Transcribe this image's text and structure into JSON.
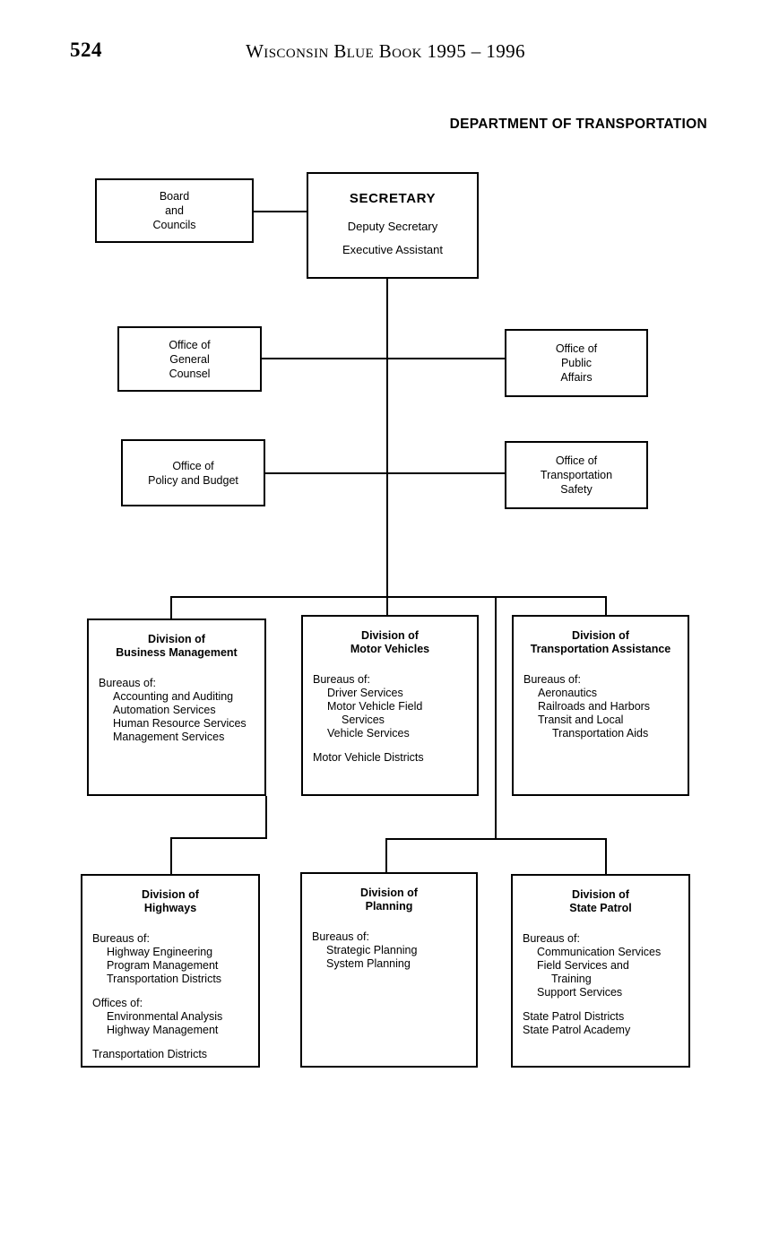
{
  "page": {
    "number": "524",
    "running_head": "Wisconsin Blue Book 1995 – 1996"
  },
  "chart": {
    "title": "DEPARTMENT OF TRANSPORTATION",
    "line_color": "#000000",
    "background": "#ffffff"
  },
  "boxes": {
    "board": {
      "line1": "Board",
      "line2": "and",
      "line3": "Councils"
    },
    "secretary": {
      "title": "SECRETARY",
      "line2": "Deputy Secretary",
      "line3": "Executive Assistant"
    },
    "general_counsel": {
      "line1": "Office of",
      "line2": "General",
      "line3": "Counsel"
    },
    "public_affairs": {
      "line1": "Office of",
      "line2": "Public",
      "line3": "Affairs"
    },
    "policy_budget": {
      "line1": "Office of",
      "line2": "Policy and Budget"
    },
    "transportation_safety": {
      "line1": "Office of",
      "line2": "Transportation",
      "line3": "Safety"
    },
    "business_management": {
      "title_line1": "Division of",
      "title_line2": "Business Management",
      "group1_label": "Bureaus of:",
      "group1_item1": "Accounting and Auditing",
      "group1_item2": "Automation Services",
      "group1_item3": "Human Resource Services",
      "group1_item4": "Management Services"
    },
    "motor_vehicles": {
      "title_line1": "Division of",
      "title_line2": "Motor Vehicles",
      "group1_label": "Bureaus of:",
      "group1_item1": "Driver Services",
      "group1_item2": "Motor Vehicle Field",
      "group1_item2_wrap": "Services",
      "group1_item3": "Vehicle Services",
      "extra1": "Motor Vehicle Districts"
    },
    "transportation_assistance": {
      "title_line1": "Division of",
      "title_line2": "Transportation Assistance",
      "group1_label": "Bureaus of:",
      "group1_item1": "Aeronautics",
      "group1_item2": "Railroads and Harbors",
      "group1_item3": "Transit and Local",
      "group1_item3_wrap": "Transportation Aids"
    },
    "highways": {
      "title_line1": "Division of",
      "title_line2": "Highways",
      "group1_label": "Bureaus of:",
      "group1_item1": "Highway Engineering",
      "group1_item2": "Program Management",
      "group1_item3": "Transportation Districts",
      "group2_label": "Offices of:",
      "group2_item1": "Environmental Analysis",
      "group2_item2": "Highway Management",
      "extra1": "Transportation Districts"
    },
    "planning": {
      "title_line1": "Division of",
      "title_line2": "Planning",
      "group1_label": "Bureaus of:",
      "group1_item1": "Strategic Planning",
      "group1_item2": "System Planning"
    },
    "state_patrol": {
      "title_line1": "Division of",
      "title_line2": "State Patrol",
      "group1_label": "Bureaus of:",
      "group1_item1": "Communication Services",
      "group1_item2": "Field Services and",
      "group1_item2_wrap": "Training",
      "group1_item3": "Support Services",
      "extra1": "State Patrol Districts",
      "extra2": "State Patrol Academy"
    }
  }
}
